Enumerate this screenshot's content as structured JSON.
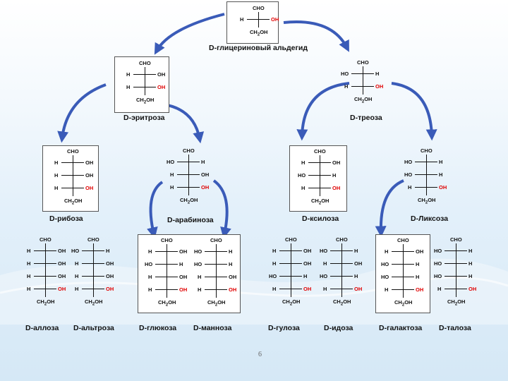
{
  "page_number": "6",
  "colors": {
    "red": "#e00000",
    "arrow": "#3a5bb8"
  },
  "molecules": [
    {
      "id": "glyceraldehyde",
      "name": "D-глицериновый альдегид",
      "top": "CHO",
      "bottom": "CH2OH",
      "rows": [
        [
          "H",
          "OH"
        ]
      ]
    },
    {
      "id": "erythrose",
      "name": "D-эритроза",
      "top": "CHO",
      "bottom": "CH2OH",
      "rows": [
        [
          "H",
          "OH"
        ],
        [
          "H",
          "OH"
        ]
      ]
    },
    {
      "id": "threose",
      "name": "D-треоза",
      "top": "CHO",
      "bottom": "CH2OH",
      "rows": [
        [
          "HO",
          "H"
        ],
        [
          "H",
          "OH"
        ]
      ]
    },
    {
      "id": "ribose",
      "name": "D-рибоза",
      "top": "CHO",
      "bottom": "CH2OH",
      "rows": [
        [
          "H",
          "OH"
        ],
        [
          "H",
          "OH"
        ],
        [
          "H",
          "OH"
        ]
      ]
    },
    {
      "id": "arabinose",
      "name": "D-арабиноза",
      "top": "CHO",
      "bottom": "CH2OH",
      "rows": [
        [
          "HO",
          "H"
        ],
        [
          "H",
          "OH"
        ],
        [
          "H",
          "OH"
        ]
      ]
    },
    {
      "id": "xylose",
      "name": "D-ксилоза",
      "top": "CHO",
      "bottom": "CH2OH",
      "rows": [
        [
          "H",
          "OH"
        ],
        [
          "HO",
          "H"
        ],
        [
          "H",
          "OH"
        ]
      ]
    },
    {
      "id": "lyxose",
      "name": "D-Ликсоза",
      "top": "CHO",
      "bottom": "CH2OH",
      "rows": [
        [
          "HO",
          "H"
        ],
        [
          "HO",
          "H"
        ],
        [
          "H",
          "OH"
        ]
      ]
    },
    {
      "id": "allose",
      "name": "D-аллоза",
      "top": "CHO",
      "bottom": "CH2OH",
      "rows": [
        [
          "H",
          "OH"
        ],
        [
          "H",
          "OH"
        ],
        [
          "H",
          "OH"
        ],
        [
          "H",
          "OH"
        ]
      ]
    },
    {
      "id": "altrose",
      "name": "D-альтроза",
      "top": "CHO",
      "bottom": "CH2OH",
      "rows": [
        [
          "HO",
          "H"
        ],
        [
          "H",
          "OH"
        ],
        [
          "H",
          "OH"
        ],
        [
          "H",
          "OH"
        ]
      ]
    },
    {
      "id": "glucose",
      "name": "D-глюкоза",
      "top": "CHO",
      "bottom": "CH2OH",
      "rows": [
        [
          "H",
          "OH"
        ],
        [
          "HO",
          "H"
        ],
        [
          "H",
          "OH"
        ],
        [
          "H",
          "OH"
        ]
      ]
    },
    {
      "id": "mannose",
      "name": "D-манноза",
      "top": "CHO",
      "bottom": "CH2OH",
      "rows": [
        [
          "HO",
          "H"
        ],
        [
          "HO",
          "H"
        ],
        [
          "H",
          "OH"
        ],
        [
          "H",
          "OH"
        ]
      ]
    },
    {
      "id": "gulose",
      "name": "D-гулоза",
      "top": "CHO",
      "bottom": "CH2OH",
      "rows": [
        [
          "H",
          "OH"
        ],
        [
          "H",
          "OH"
        ],
        [
          "HO",
          "H"
        ],
        [
          "H",
          "OH"
        ]
      ]
    },
    {
      "id": "idose",
      "name": "D-идоза",
      "top": "CHO",
      "bottom": "CH2OH",
      "rows": [
        [
          "HO",
          "H"
        ],
        [
          "H",
          "OH"
        ],
        [
          "HO",
          "H"
        ],
        [
          "H",
          "OH"
        ]
      ]
    },
    {
      "id": "galactose",
      "name": "D-галактоза",
      "top": "CHO",
      "bottom": "CH2OH",
      "rows": [
        [
          "H",
          "OH"
        ],
        [
          "HO",
          "H"
        ],
        [
          "HO",
          "H"
        ],
        [
          "H",
          "OH"
        ]
      ]
    },
    {
      "id": "talose",
      "name": "D-талоза",
      "top": "CHO",
      "bottom": "CH2OH",
      "rows": [
        [
          "HO",
          "H"
        ],
        [
          "HO",
          "H"
        ],
        [
          "HO",
          "H"
        ],
        [
          "H",
          "OH"
        ]
      ]
    }
  ]
}
